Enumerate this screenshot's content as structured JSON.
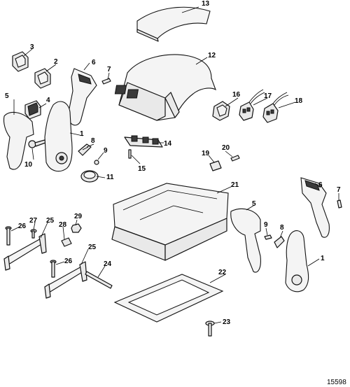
{
  "callouts": {
    "c1a": "1",
    "c1b": "1",
    "c2": "2",
    "c3": "3",
    "c4": "4",
    "c5a": "5",
    "c5b": "5",
    "c6a": "6",
    "c6b": "6",
    "c7a": "7",
    "c7b": "7",
    "c8a": "8",
    "c8b": "8",
    "c9a": "9",
    "c9b": "9",
    "c10": "10",
    "c11": "11",
    "c12": "12",
    "c13": "13",
    "c14": "14",
    "c15": "15",
    "c16": "16",
    "c17": "17",
    "c18": "18",
    "c19": "19",
    "c20": "20",
    "c21": "21",
    "c22": "22",
    "c23": "23",
    "c24": "24",
    "c25a": "25",
    "c25b": "25",
    "c26a": "26",
    "c26b": "26",
    "c27": "27",
    "c28": "28",
    "c29": "29"
  },
  "figure_id": "15598"
}
